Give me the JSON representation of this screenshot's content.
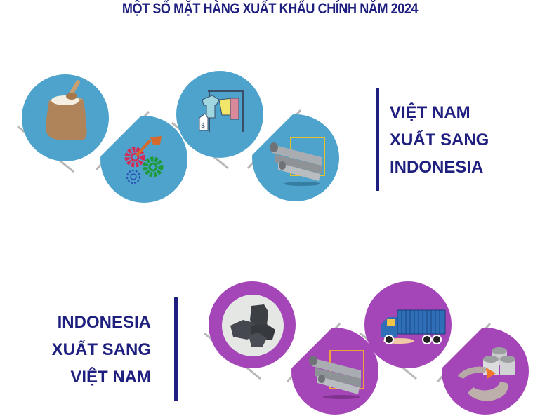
{
  "title": "MỘT SỐ MẶT HÀNG XUẤT KHẨU CHÍNH NĂM 2024",
  "colors": {
    "heading": "#1e1f7e",
    "vn_to_id_badge": "#4ea3cc",
    "id_to_vn_badge": "#a445b8",
    "cut_shadow": "#9a9a9a"
  },
  "sections": [
    {
      "label_lines": [
        "VIỆT NAM",
        "XUẤT SANG",
        "INDONESIA"
      ],
      "badge_color": "#4ea3cc",
      "items": [
        {
          "name": "rice",
          "icon": "rice-sack-icon"
        },
        {
          "name": "machinery",
          "icon": "gears-robot-arm-icon"
        },
        {
          "name": "textiles",
          "icon": "clothes-rack-icon"
        },
        {
          "name": "iron-steel",
          "icon": "steel-beams-icon"
        }
      ]
    },
    {
      "label_lines": [
        "INDONESIA",
        "XUẤT SANG",
        "VIỆT NAM"
      ],
      "badge_color": "#a445b8",
      "items": [
        {
          "name": "coal",
          "icon": "coal-icon"
        },
        {
          "name": "iron-steel",
          "icon": "steel-beams-icon"
        },
        {
          "name": "vehicles",
          "icon": "truck-icon"
        },
        {
          "name": "metals",
          "icon": "metal-rolls-recycle-icon"
        }
      ]
    }
  ]
}
